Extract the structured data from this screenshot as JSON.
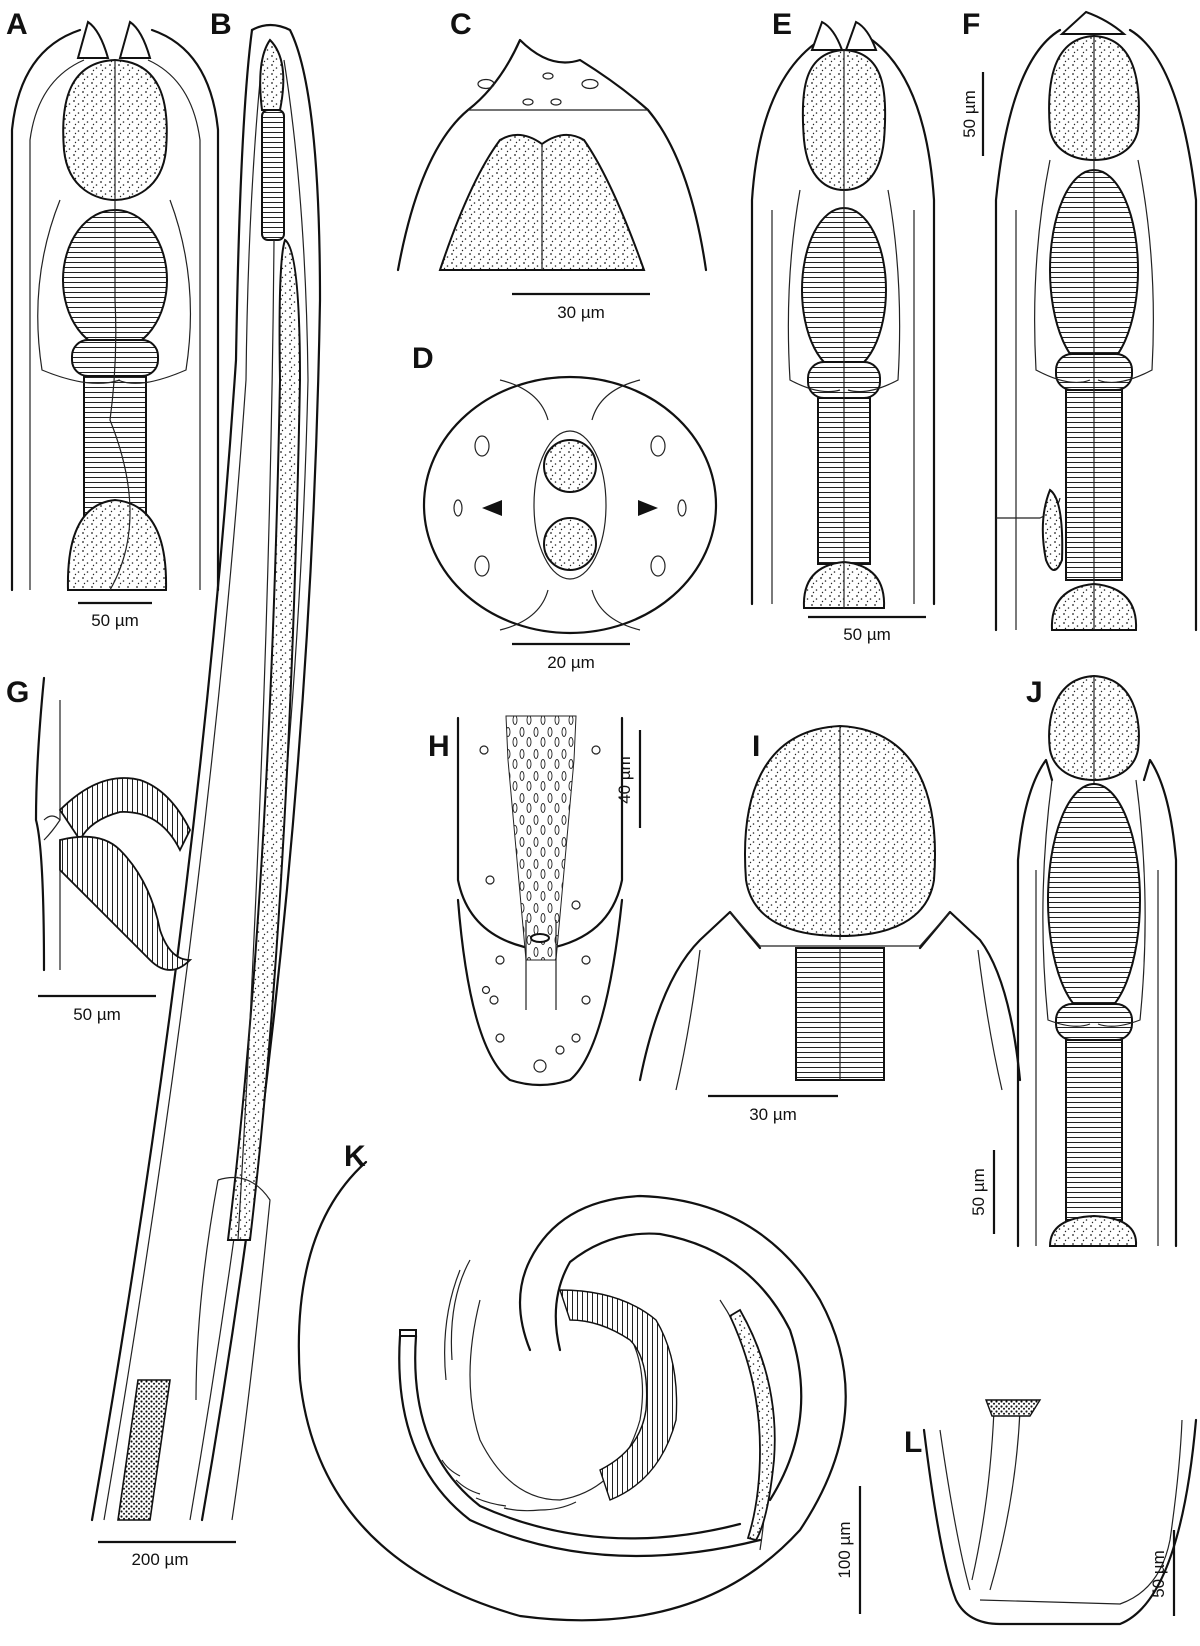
{
  "panels": [
    {
      "label": "A",
      "scale": "50 µm"
    },
    {
      "label": "B",
      "scale": "200 µm"
    },
    {
      "label": "C",
      "scale": "30 µm"
    },
    {
      "label": "D",
      "scale": "20 µm"
    },
    {
      "label": "E",
      "scale": "50 µm"
    },
    {
      "label": "F",
      "scale": "50 µm"
    },
    {
      "label": "G",
      "scale": "50 µm"
    },
    {
      "label": "H",
      "scale": "40 µm"
    },
    {
      "label": "I",
      "scale": "30 µm"
    },
    {
      "label": "J",
      "scale": "50 µm"
    },
    {
      "label": "K",
      "scale": "100 µm"
    },
    {
      "label": "L",
      "scale": "50 µm"
    }
  ]
}
